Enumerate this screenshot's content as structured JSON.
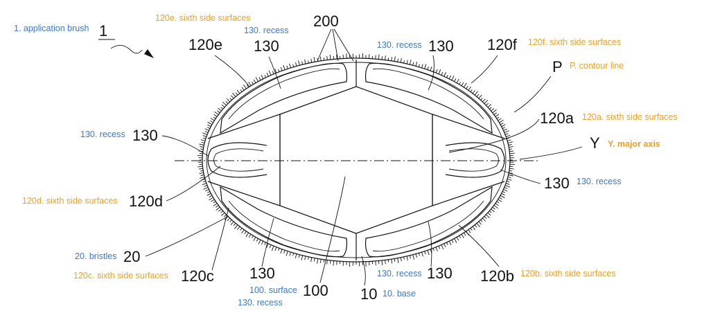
{
  "labels": {
    "n1": "1",
    "n200": "200",
    "n120e": "120e",
    "n130_top_left": "130",
    "n130_top_right": "130",
    "n120f": "120f",
    "nP": "P",
    "n120a": "120a",
    "nY": "Y",
    "n130_left": "130",
    "n130_right": "130",
    "n120d": "120d",
    "n20": "20",
    "n120c": "120c",
    "n130_bottom_left": "130",
    "n100": "100",
    "n10": "10",
    "n130_bottom_right": "130",
    "n120b": "120b"
  },
  "captions": {
    "c1": "1. application brush",
    "c120e": "120e. sixth side surfaces",
    "c130_top_left": "130. recess",
    "c130_top_right": "130. recess",
    "c120f": "120f. sixth side surfaces",
    "cP": "P. contour line",
    "c120a": "120a. sixth side surfaces",
    "cY": "Y. major axis",
    "c130_left": "130. recess",
    "c130_right": "130. recess",
    "c120d": "120d. sixth side surfaces",
    "c20": "20. bristles",
    "c120c": "120c. sixth side surfaces",
    "c100": "100. surface",
    "c130_bottom": "130. recess",
    "c10": "10. base",
    "c130_bottom_right": "130. recess",
    "c120b": "120b. sixth side surfaces"
  },
  "colors": {
    "caption_blue": "#3a78c8",
    "caption_orange": "#f0a020",
    "line": "#111111"
  }
}
